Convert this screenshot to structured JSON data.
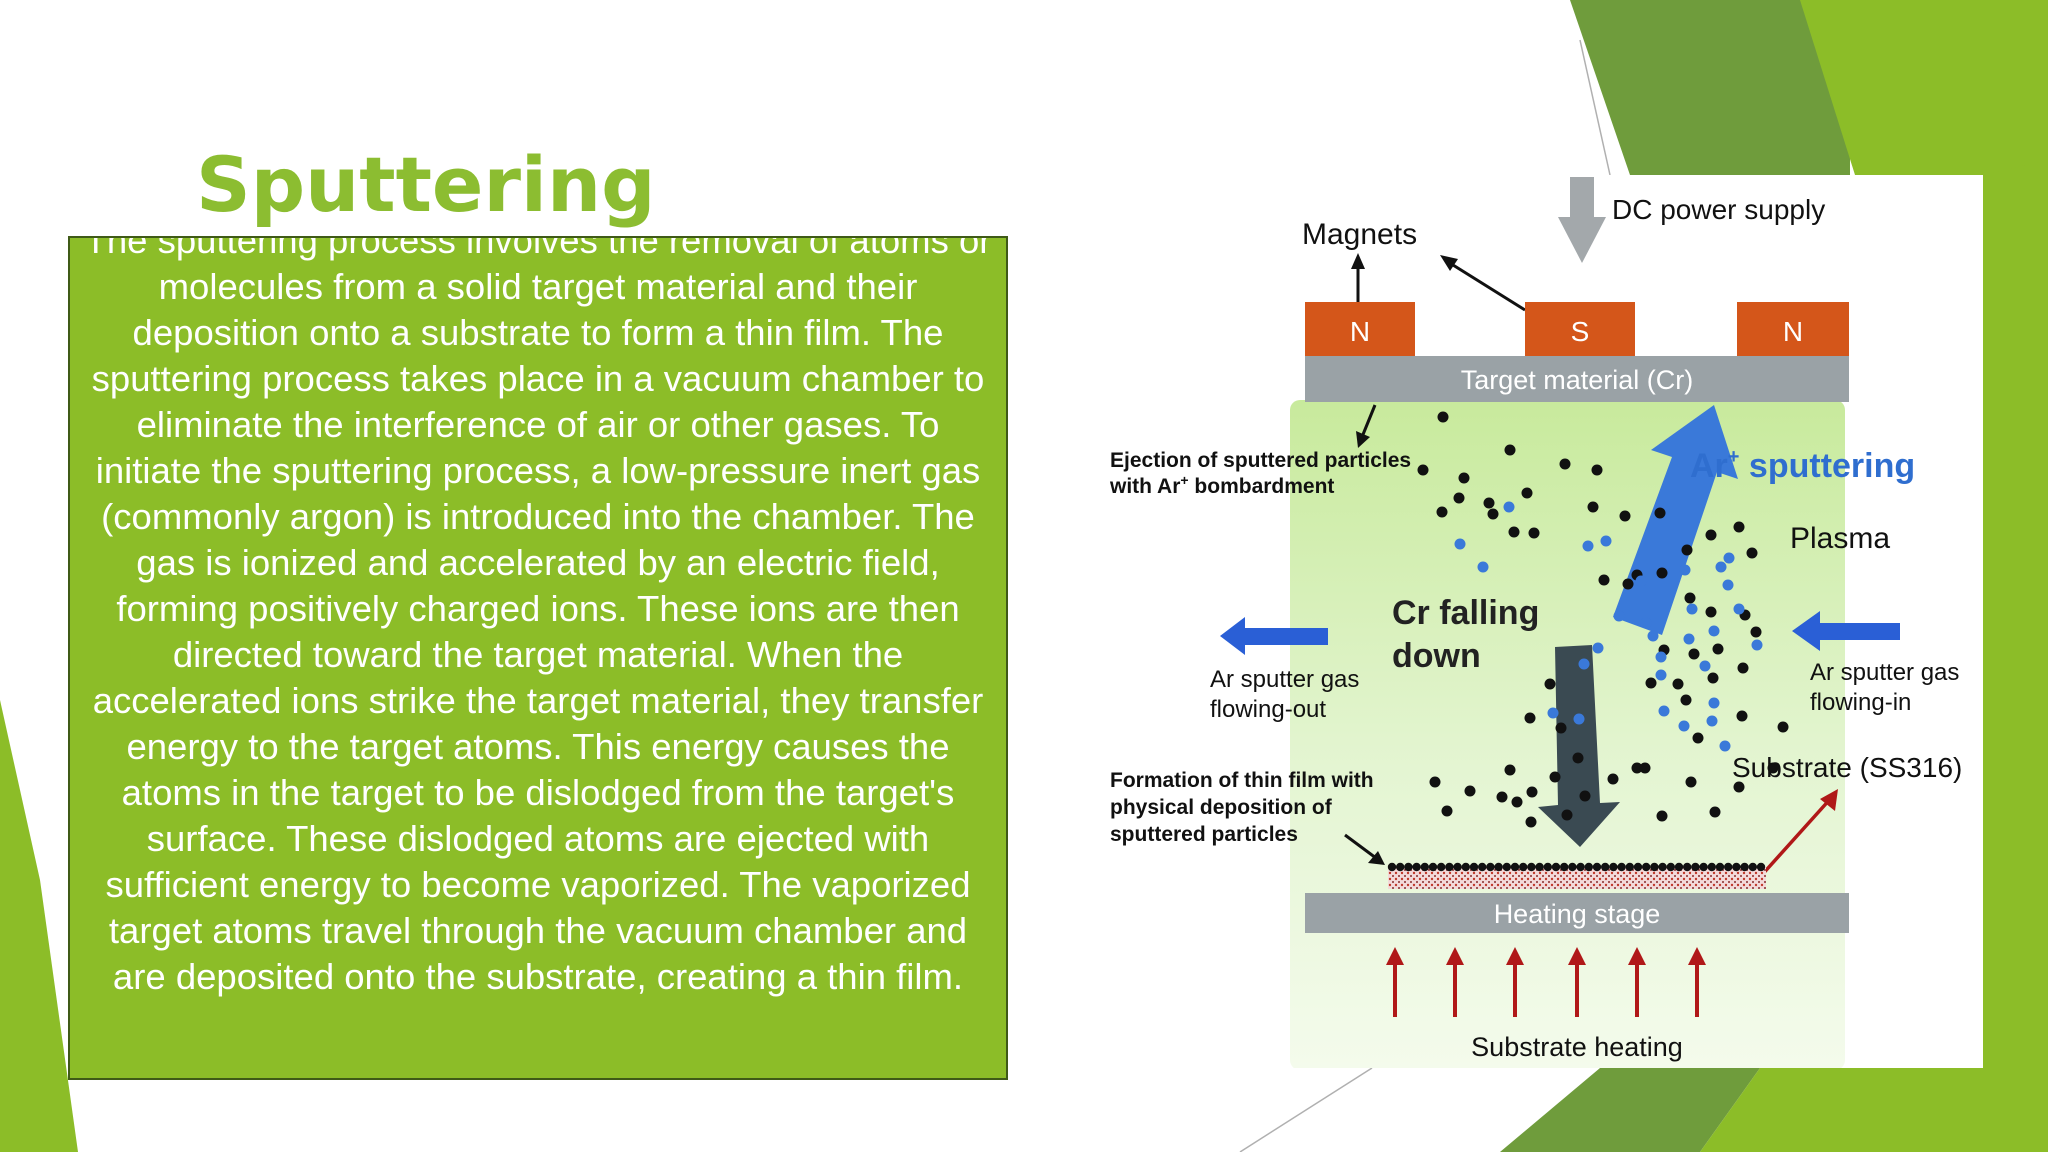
{
  "slide": {
    "title": "Sputtering",
    "body": "The sputtering process involves the removal of atoms or molecules from a solid target material and their deposition onto a substrate to form a thin film. The sputtering process takes place in a vacuum chamber to eliminate the interference of air or other gases. To initiate the sputtering process, a low-pressure inert gas (commonly argon) is introduced into the chamber. The gas is ionized and accelerated by an electric field, forming positively charged ions. These ions are then directed toward the target material. When the accelerated ions strike the target material, they transfer energy to the target atoms. This energy causes the atoms in the target to be dislodged from the target's surface. These dislodged atoms are ejected with sufficient energy to become vaporized. The vaporized target atoms travel through the vacuum chamber and are deposited onto the substrate, creating a thin film."
  },
  "diagram": {
    "dc_power_supply": "DC power supply",
    "magnets": "Magnets",
    "magnet_n_left": "N",
    "magnet_s": "S",
    "magnet_n_right": "N",
    "target_material": "Target material (Cr)",
    "ejection_line1": "Ejection of sputtered particles",
    "ejection_line2": "with Ar",
    "ejection_sup": "+",
    "ejection_line2_end": " bombardment",
    "ar_sputtering_prefix": "Ar",
    "ar_sputtering_sup": "+",
    "ar_sputtering_suffix": " sputtering",
    "plasma": "Plasma",
    "cr_falling_line1": "Cr falling",
    "cr_falling_line2": "down",
    "gas_out_line1": "Ar sputter gas",
    "gas_out_line2": "flowing-out",
    "gas_in_line1": "Ar sputter gas",
    "gas_in_line2": "flowing-in",
    "film_line1": "Formation of thin film with",
    "film_line2": "physical deposition of",
    "film_line3": "sputtered particles",
    "substrate": "Substrate (SS316)",
    "heating_stage": "Heating stage",
    "substrate_heating": "Substrate heating"
  },
  "colors": {
    "title_green": "#8cbd31",
    "box_green": "#8cbd28",
    "magnet_orange": "#d4561a",
    "ion_blue": "#3a79d9",
    "plasma_green": "#c9e9a6",
    "heat_red": "#b01818"
  }
}
